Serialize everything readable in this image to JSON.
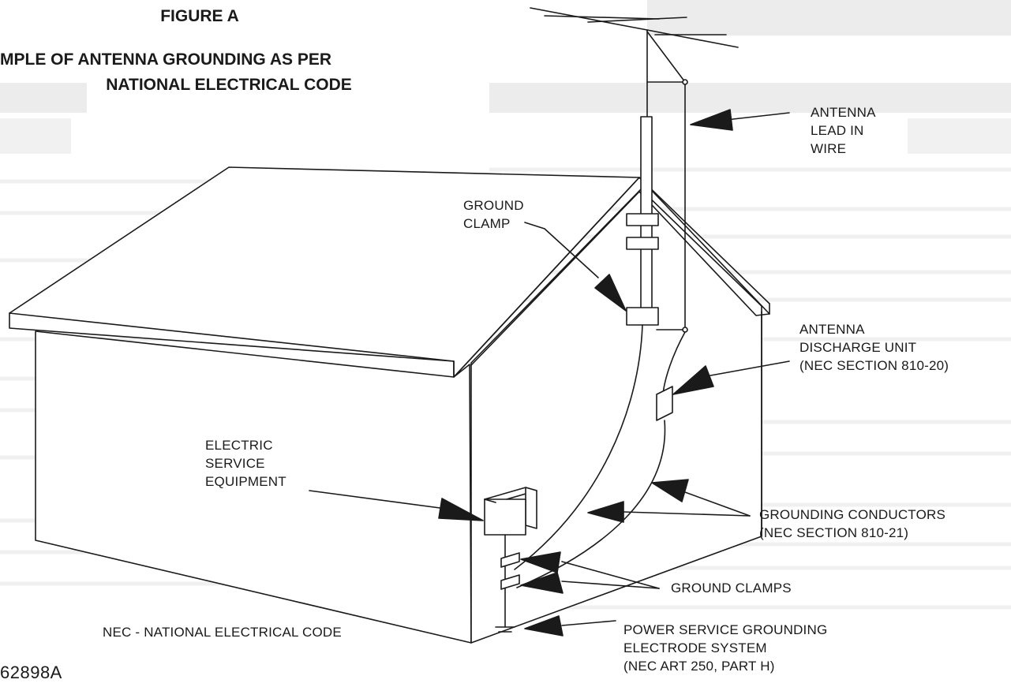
{
  "figure": {
    "title": "FIGURE A",
    "subtitle_line1": "MPLE OF ANTENNA GROUNDING AS PER",
    "subtitle_line2": "NATIONAL ELECTRICAL CODE",
    "figure_code": "62898A"
  },
  "labels": {
    "antenna_lead_in": [
      "ANTENNA",
      "LEAD IN",
      "WIRE"
    ],
    "ground_clamp": [
      "GROUND",
      "CLAMP"
    ],
    "discharge_unit": [
      "ANTENNA",
      "DISCHARGE UNIT",
      "(NEC SECTION 810-20)"
    ],
    "electric_service": [
      "ELECTRIC",
      "SERVICE",
      "EQUIPMENT"
    ],
    "grounding_conductors": [
      "GROUNDING CONDUCTORS",
      "(NEC SECTION 810-21)"
    ],
    "ground_clamps": "GROUND CLAMPS",
    "nec_legend": "NEC - NATIONAL ELECTRICAL CODE",
    "power_service": [
      "POWER SERVICE GROUNDING",
      "ELECTRODE SYSTEM",
      "(NEC ART 250, PART H)"
    ]
  },
  "colors": {
    "ink": "#1a1a1a",
    "background": "#ffffff",
    "faded_text": "#e6e6e6"
  }
}
